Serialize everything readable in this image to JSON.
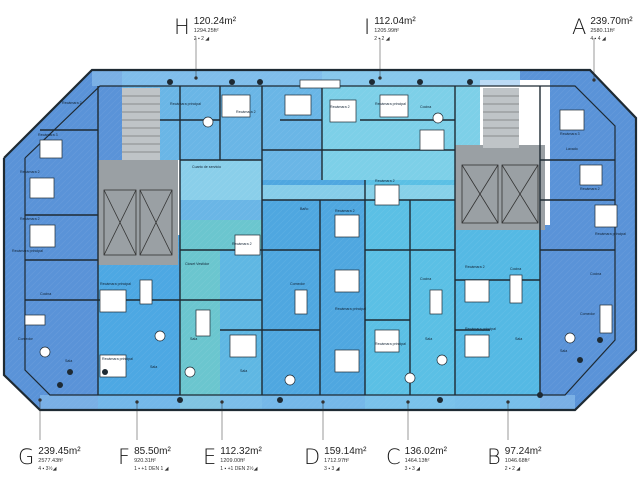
{
  "units": [
    {
      "id": "H",
      "area_m2": "120.24m²",
      "area_ft2": "1294.25ft²",
      "specs": "2 ▪  2 ◢"
    },
    {
      "id": "I",
      "area_m2": "112.04m²",
      "area_ft2": "1205.99ft²",
      "specs": "2 ▪  2 ◢"
    },
    {
      "id": "A",
      "area_m2": "239.70m²",
      "area_ft2": "2580.11ft²",
      "specs": "4 ▪  4 ◢"
    },
    {
      "id": "G",
      "area_m2": "239.45m²",
      "area_ft2": "2577.43ft²",
      "specs": "4 ▪  3½◢"
    },
    {
      "id": "F",
      "area_m2": "85.50m²",
      "area_ft2": "920.31ft²",
      "specs": "1 ▪ +1 DEN  1 ◢"
    },
    {
      "id": "E",
      "area_m2": "112.32m²",
      "area_ft2": "1209.00ft²",
      "specs": "1 ▪ +1 DEN  2½◢"
    },
    {
      "id": "D",
      "area_m2": "159.14m²",
      "area_ft2": "1712.97ft²",
      "specs": "3 ▪  3 ◢"
    },
    {
      "id": "C",
      "area_m2": "136.02m²",
      "area_ft2": "1464.13ft²",
      "specs": "3 ▪  3 ◢"
    },
    {
      "id": "B",
      "area_m2": "97.24m²",
      "area_ft2": "1046.68ft²",
      "specs": "2 ▪  2 ◢"
    }
  ],
  "rooms": {
    "bedroom_2": "Recámara 2",
    "bedroom_3": "Recámara 3",
    "main_bedroom": "Recámara principal",
    "kitchen": "Cocina",
    "dining": "Comedor",
    "living": "Sala",
    "laundry": "Lavado",
    "bath": "Baño",
    "service": "Cuarto de servicio",
    "closet": "Closet Vestidor"
  },
  "colors": {
    "dark_blue": "#5b97d9",
    "mid_blue": "#6fb3e6",
    "cyan": "#74cfe8",
    "teal": "#86d2d6",
    "light_cyan": "#9ee0ec",
    "core_gray": "#9aa0a4",
    "wall": "#1e2a33"
  }
}
